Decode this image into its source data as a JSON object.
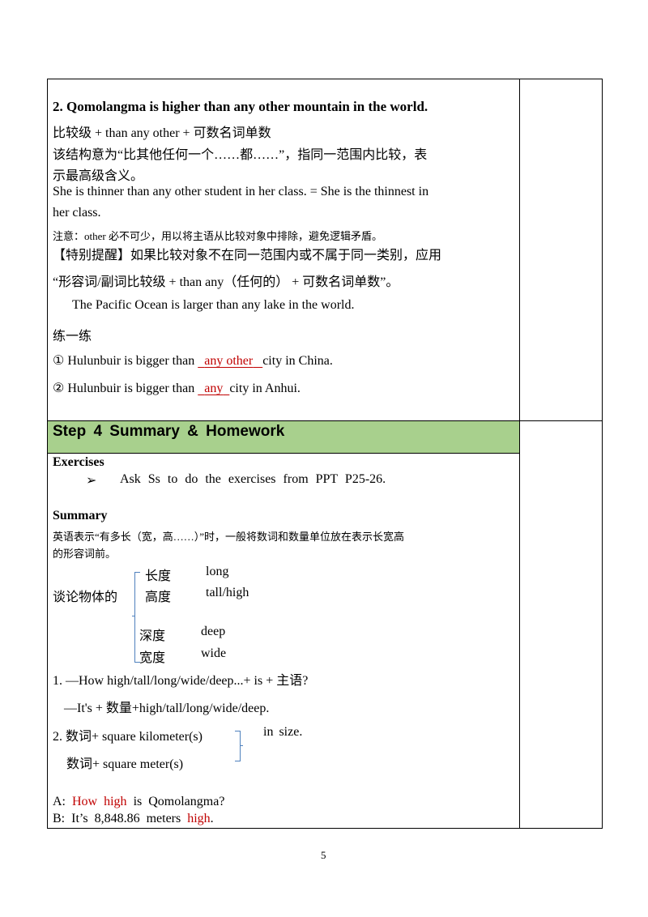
{
  "section1": {
    "heading": "2. Qomolangma is higher than any other mountain in the world.",
    "structure": "比较级 + than any other + 可数名词单数",
    "explain_1": "该结构意为“比其他任何一个……都……”，指同一范围内比较，表",
    "explain_2": "示最高级含义。",
    "example_1": "She is thinner than any other student in her class. = She is the thinnest in",
    "example_2": "her class.",
    "note": "注意：other 必不可少，用以将主语从比较对象中排除，避免逻辑矛盾。",
    "tip_1": "【特别提醒】如果比较对象不在同一范围内或不属于同一类别，应用",
    "tip_2": "“形容词/副词比较级 + than any（任何的） + 可数名词单数”。",
    "tip_example": "The Pacific Ocean is larger than any lake in the world.",
    "practice_title": "练一练",
    "q1_prefix": "① Hulunbuir is bigger than",
    "q1_answer": "any other",
    "q1_suffix": "city in China.",
    "q2_prefix": "② Hulunbuir is bigger than",
    "q2_answer": "any",
    "q2_suffix": "city in Anhui."
  },
  "step4": {
    "title": "Step 4 Summary & Homework"
  },
  "section2": {
    "exercises_title": "Exercises",
    "bullet": "➢",
    "exercises_text": "Ask Ss to do the exercises from PPT P25-26.",
    "summary_title": "Summary",
    "summary_1": "英语表示“有多长（宽，高……）”时，一般将数词和数量单位放在表示长宽高",
    "summary_2": "的形容词前。",
    "talk_label": "谈论物体的",
    "dims": [
      {
        "zh": "长度",
        "en": "long"
      },
      {
        "zh": "高度",
        "en": "tall/high"
      },
      {
        "zh": "深度",
        "en": "deep"
      },
      {
        "zh": "宽度",
        "en": "wide"
      }
    ],
    "pattern1_q": "1. —How high/tall/long/wide/deep...+ is + 主语?",
    "pattern1_a": "—It's + 数量+high/tall/long/wide/deep.",
    "pattern2_a": "2. 数词+ square kilometer(s)",
    "pattern2_size": "in size.",
    "pattern2_b": "数词+ square meter(s)",
    "dialog": {
      "a_label": "A:",
      "a_red": "How high",
      "a_rest": "is Qomolangma?",
      "b_label": "B:",
      "b_text": "It’s 8,848.86 meters",
      "b_red": "high",
      "b_end": "."
    }
  },
  "page_number": "5"
}
